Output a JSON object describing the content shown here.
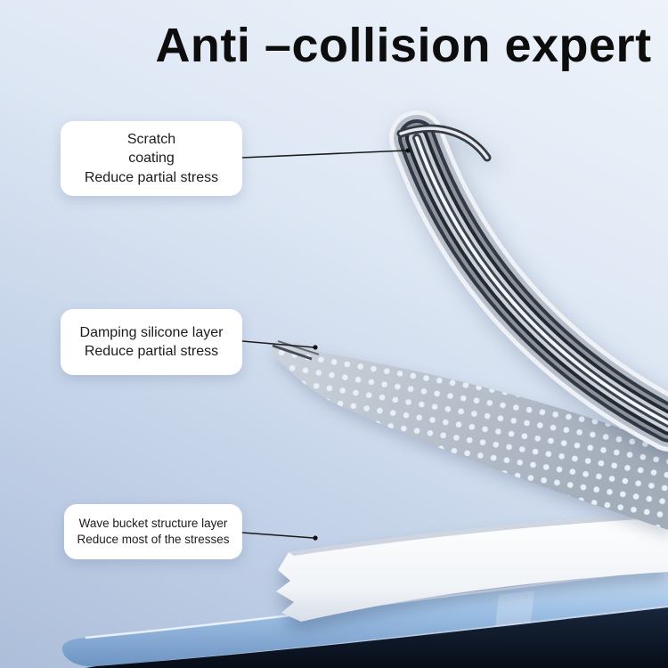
{
  "title": "Anti –collision expert",
  "callouts": {
    "scratch": {
      "line1": "Scratch",
      "line2": "coating",
      "line3": "Reduce partial stress"
    },
    "damping": {
      "line1": "Damping silicone layer",
      "line2": "Reduce partial stress"
    },
    "wave": {
      "line1": "Wave bucket structure layer",
      "line2": "Reduce most of the stresses"
    }
  },
  "colors": {
    "bg-top": "#eef3fa",
    "bg-bottom": "#adbeda",
    "title": "#0d0d0d",
    "callout-bg": "#ffffff",
    "callout-text": "#1c1c1c",
    "leader-line": "#1a1a1a",
    "chrome-dark": "#31373f",
    "chrome-light": "#f2f5f9",
    "mesh-gray": "#b0b8c3",
    "wave-white": "#ffffff",
    "frame-blue": "#9dbfe4",
    "phone-dark": "#0b1422"
  }
}
